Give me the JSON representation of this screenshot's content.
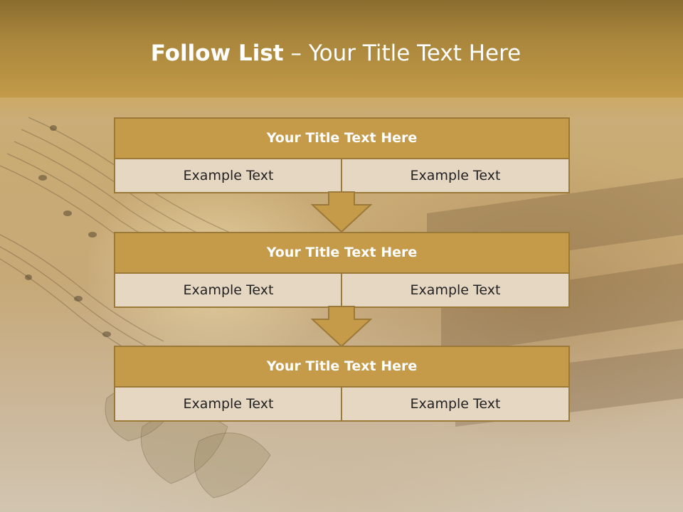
{
  "header": {
    "title_bold": "Follow List",
    "title_rest": "– Your Title Text Here"
  },
  "blocks": [
    {
      "title": "Your Title Text Here",
      "left": "Example Text",
      "right": "Example Text"
    },
    {
      "title": "Your Title Text Here",
      "left": "Example Text",
      "right": "Example Text"
    },
    {
      "title": "Your Title Text Here",
      "left": "Example Text",
      "right": "Example Text"
    }
  ],
  "colors": {
    "header_band": "#a9863c",
    "block_title_fill": "#c59a48",
    "block_border": "#9b7a39",
    "cell_fill": "#e6d7c3",
    "arrow_fill": "#c59a48"
  }
}
